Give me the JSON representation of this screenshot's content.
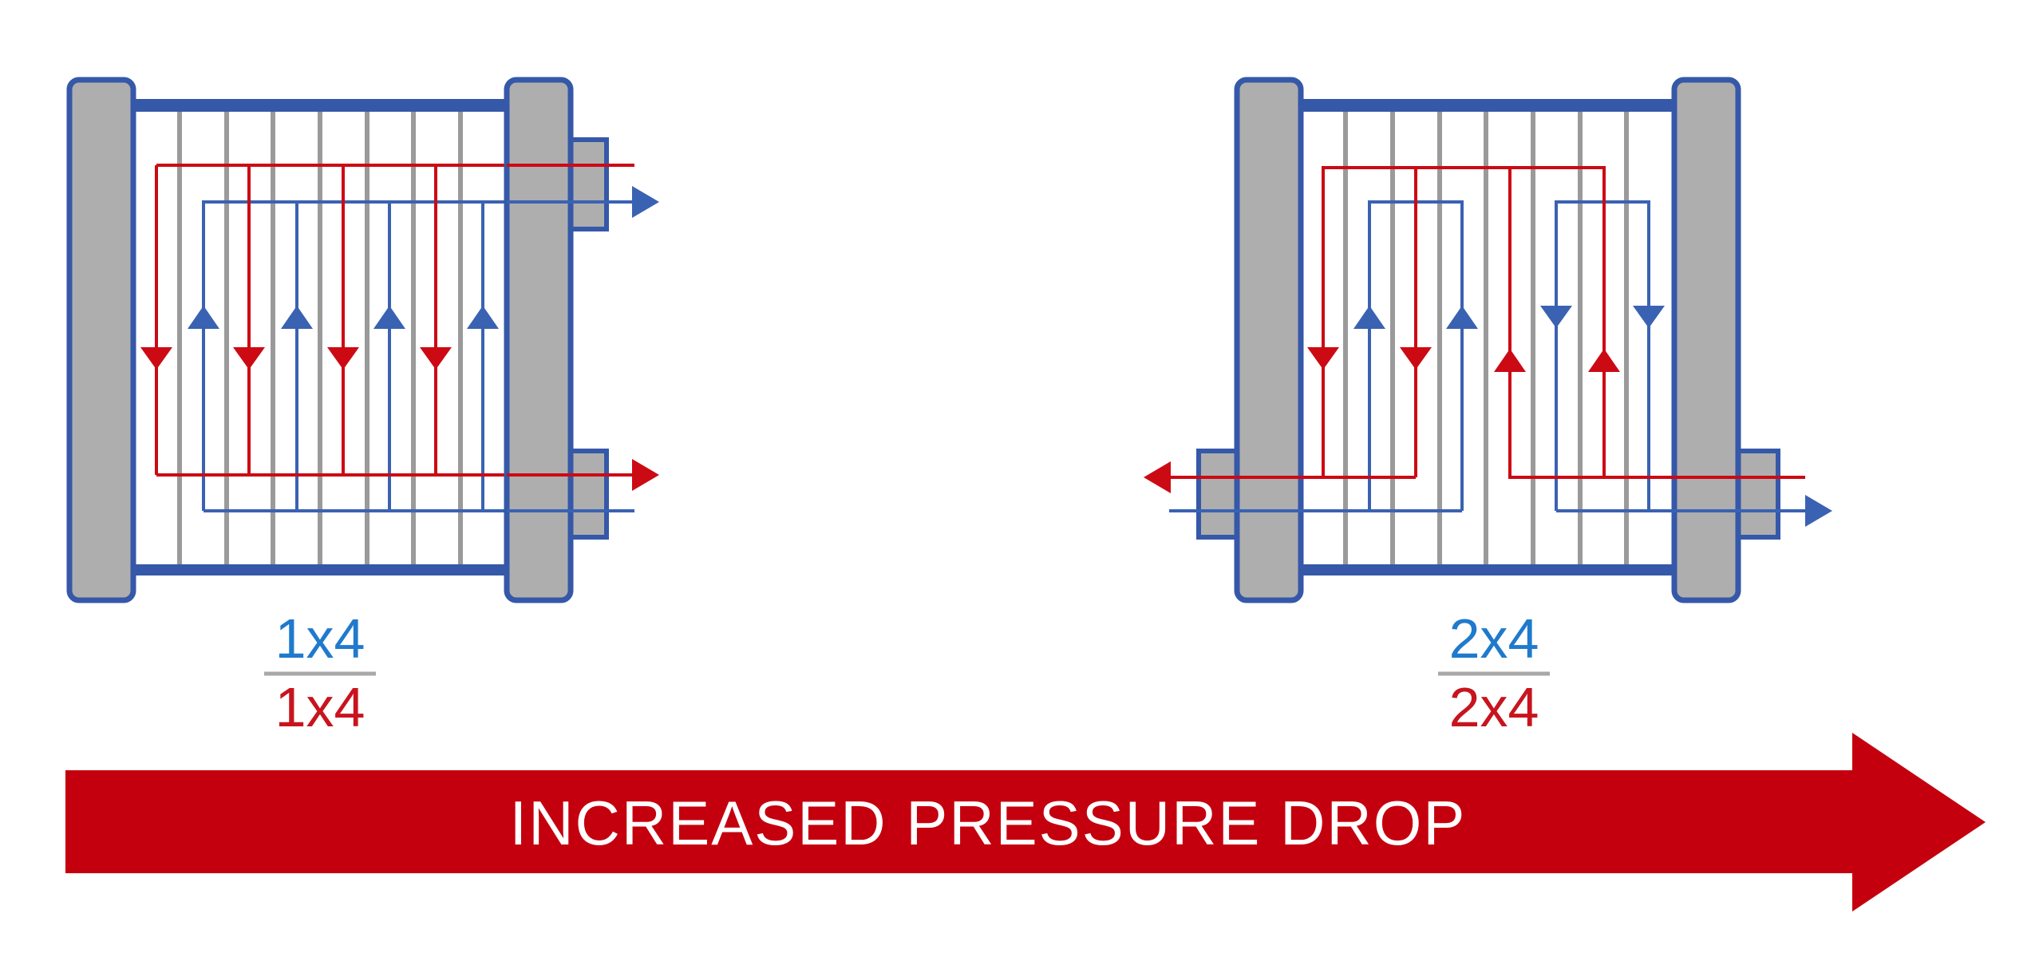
{
  "colors": {
    "frame_blue": "#3558a8",
    "plate_gray": "#aeaeae",
    "plate_line_gray": "#9a9a9a",
    "hot_red": "#cc0a14",
    "cold_blue": "#3a62b2",
    "label_blue": "#1f7acd",
    "label_red": "#c8141e",
    "divider_gray": "#a8a8a8",
    "banner_red": "#c4000e",
    "banner_text": "#ffffff"
  },
  "left_unit": {
    "pass_label_top": "1x4",
    "pass_label_bottom": "1x4"
  },
  "right_unit": {
    "pass_label_top": "2x4",
    "pass_label_bottom": "2x4"
  },
  "banner": {
    "label": "INCREASED PRESSURE DROP"
  }
}
